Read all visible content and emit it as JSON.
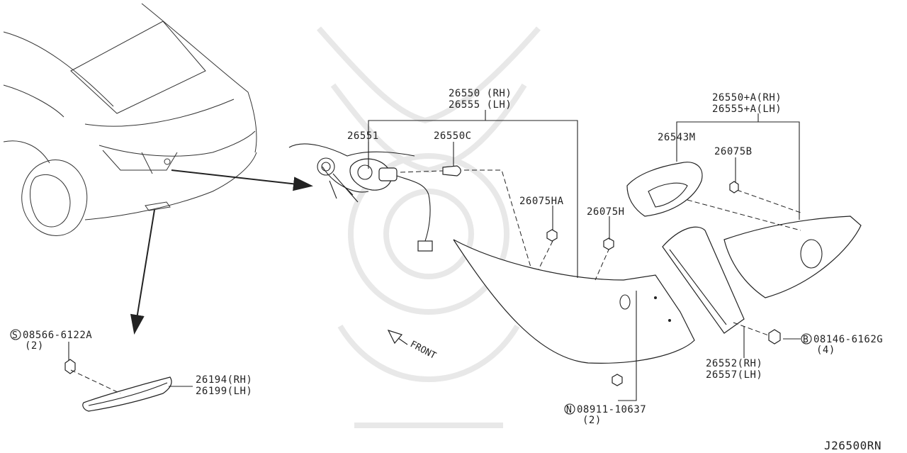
{
  "diagram": {
    "ref_code": "J26500RN",
    "front_label": "FRONT",
    "callouts": {
      "c26550": [
        "26550 (RH)",
        "26555 (LH)"
      ],
      "c26551": "26551",
      "c26550C": "26550C",
      "c26075HA": "26075HA",
      "c26075H": "26075H",
      "c26550A": [
        "26550+A(RH)",
        "26555+A(LH)"
      ],
      "c26543M": "26543M",
      "c26075B": "26075B",
      "c08566": {
        "prefix": "S",
        "code": "08566-6122A",
        "qty": "(2)"
      },
      "c26194": [
        "26194(RH)",
        "26199(LH)"
      ],
      "c08146": {
        "prefix": "B",
        "code": "08146-6162G",
        "qty": "(4)"
      },
      "c26552": [
        "26552(RH)",
        "26557(LH)"
      ],
      "c08911": {
        "prefix": "N",
        "code": "08911-10637",
        "qty": "(2)"
      }
    }
  }
}
